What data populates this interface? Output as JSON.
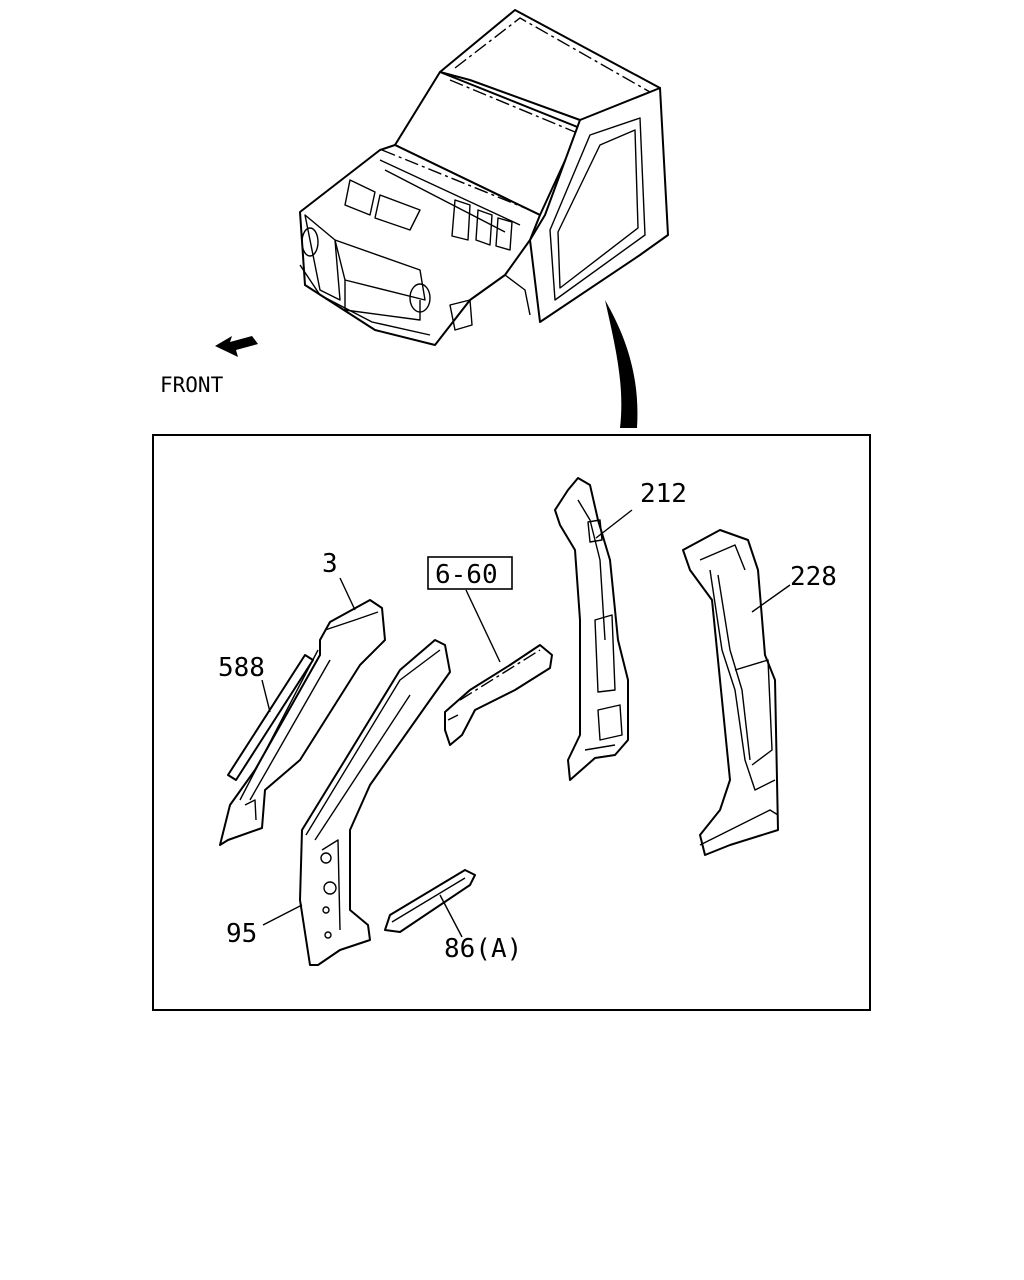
{
  "front_label": "FRONT",
  "callouts": {
    "c3": "3",
    "c588": "588",
    "c660": "6-60",
    "c212": "212",
    "c228": "228",
    "c95": "95",
    "c86a": "86(A)"
  }
}
